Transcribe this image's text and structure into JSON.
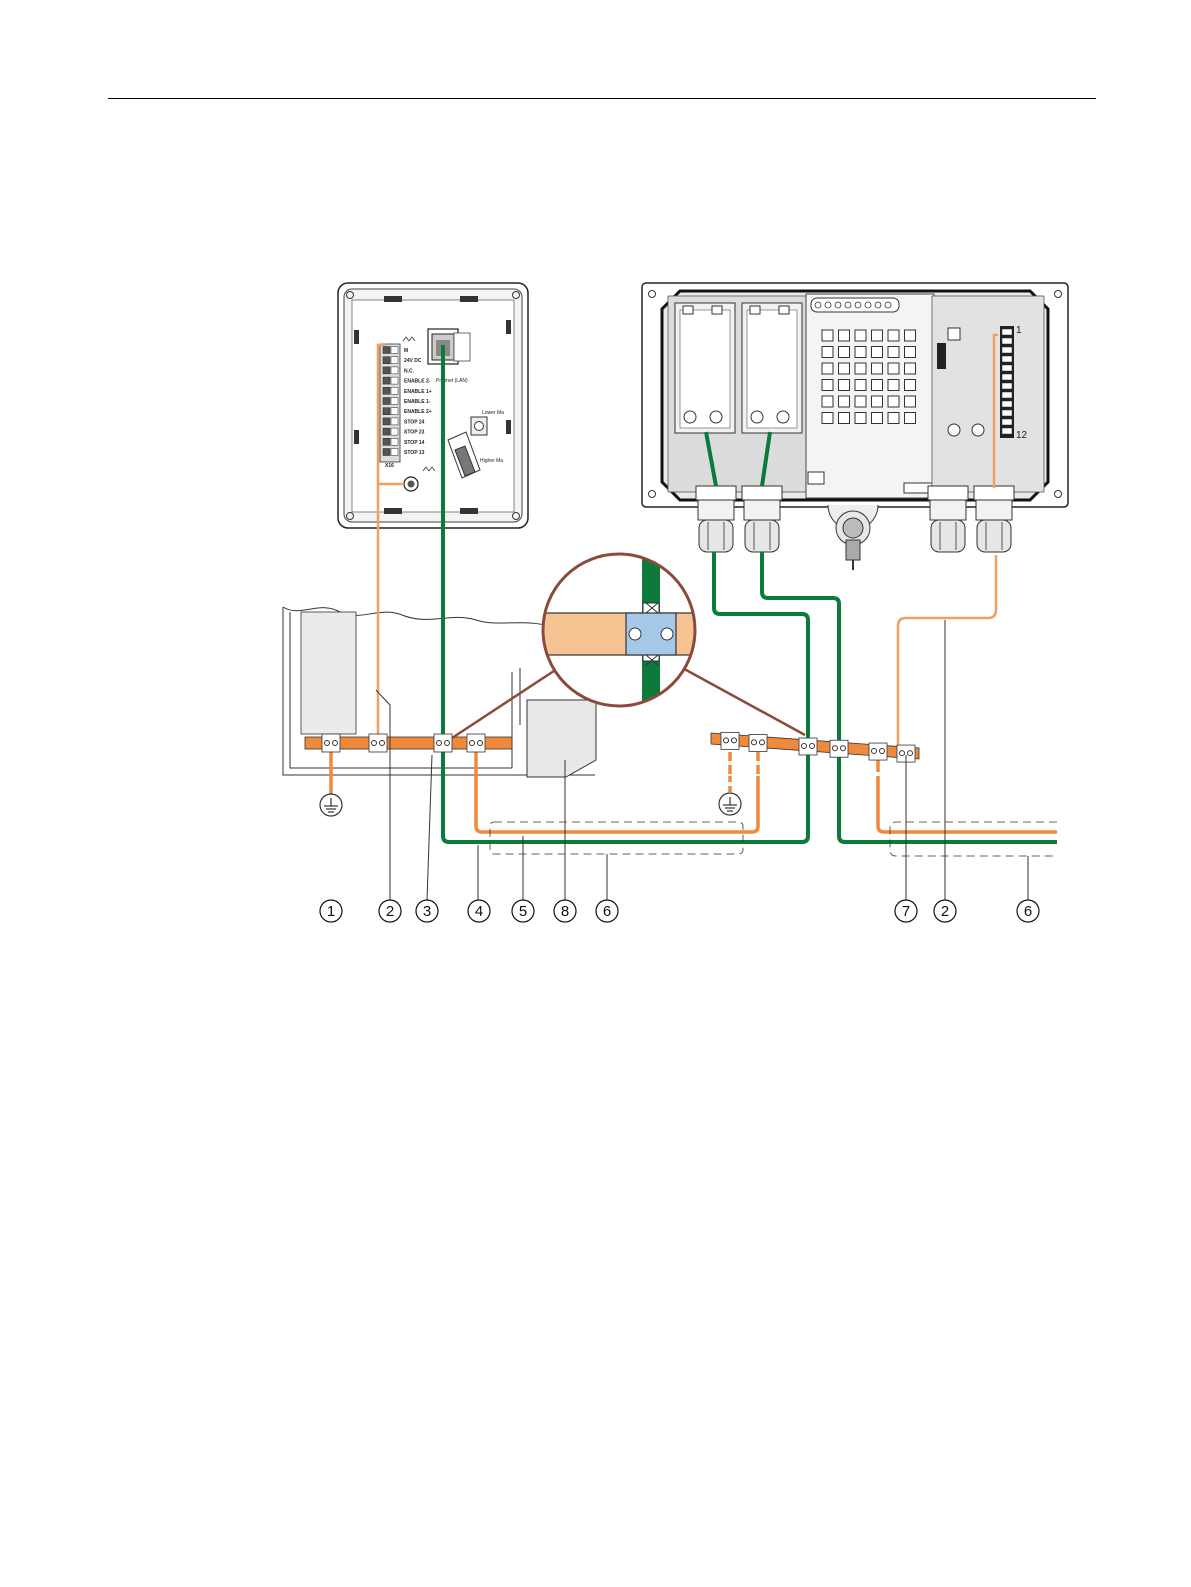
{
  "colors": {
    "shield_orange": "#f0a062",
    "bar_orange": "#ef8a3c",
    "cable_green": "#0b7a3a",
    "housing_gray": "#e6e6e6",
    "outline": "#222222",
    "zoom_circle": "#8a4a3c"
  },
  "front_unit": {
    "terminal_labels": [
      "M",
      "24V DC",
      "N.C.",
      "ENABLE 2-",
      "ENABLE 1+",
      "ENABLE 1-",
      "ENABLE 2+",
      "STOP 24",
      "STOP 23",
      "STOP 14",
      "STOP 13"
    ],
    "lan_label": "Profinet (LAN)",
    "lower_label": "Lower Ma",
    "higher_label": "Higher Ma",
    "x16_label": "X16",
    "ground_icon": "functional-earth-icon"
  },
  "controller_unit": {
    "pin_first": "1",
    "pin_last": "12"
  },
  "callouts_left": [
    "1",
    "2",
    "3",
    "4",
    "5",
    "8",
    "6"
  ],
  "callouts_right": [
    "7",
    "2",
    "6"
  ],
  "icons": [
    "protective-earth-icon",
    "cable-gland-icon",
    "zoom-detail-icon"
  ]
}
